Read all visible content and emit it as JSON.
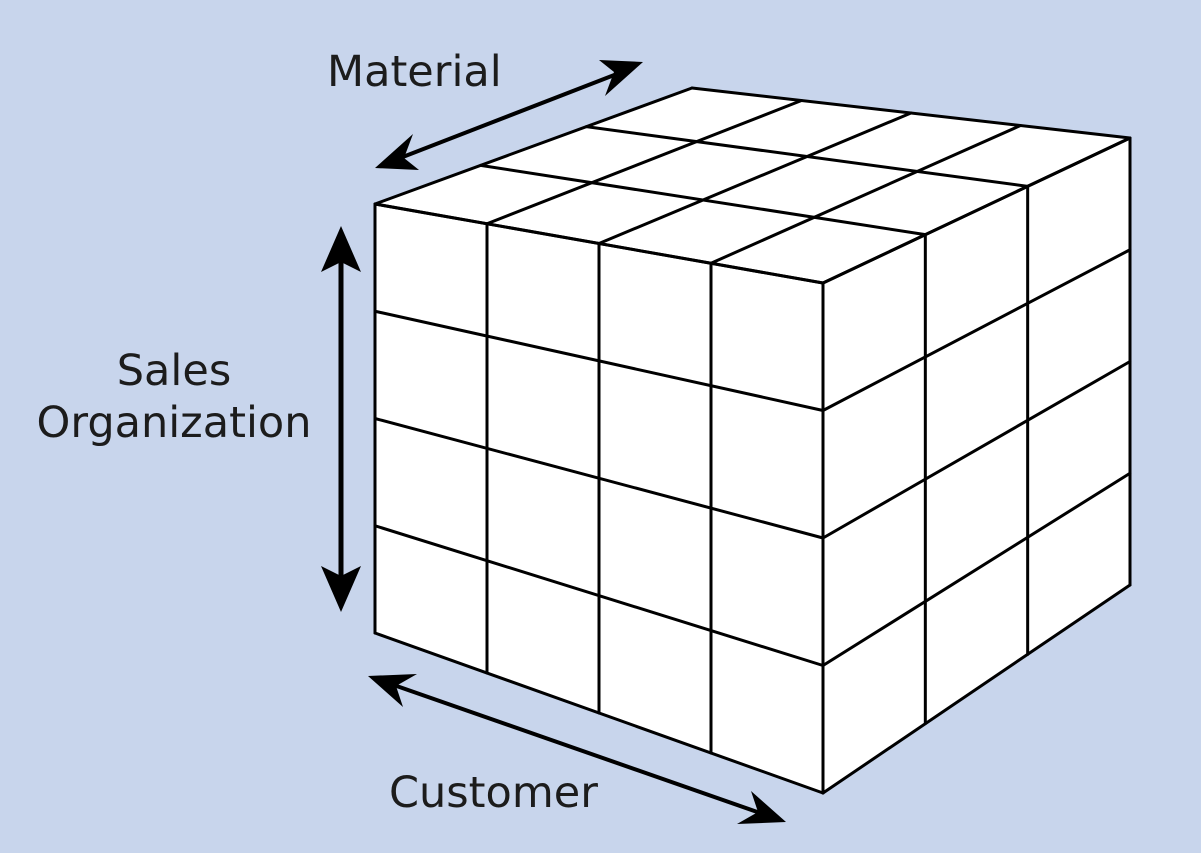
{
  "labels": {
    "material": "Material",
    "sales_organization_line1": "Sales",
    "sales_organization_line2": "Organization",
    "customer": "Customer"
  },
  "cube": {
    "rows": 4,
    "cols": 4,
    "depth": 3
  },
  "colors": {
    "background": "#c8d5ec",
    "cube_fill": "#ffffff",
    "line": "#000000",
    "text": "#1c1c1c"
  }
}
